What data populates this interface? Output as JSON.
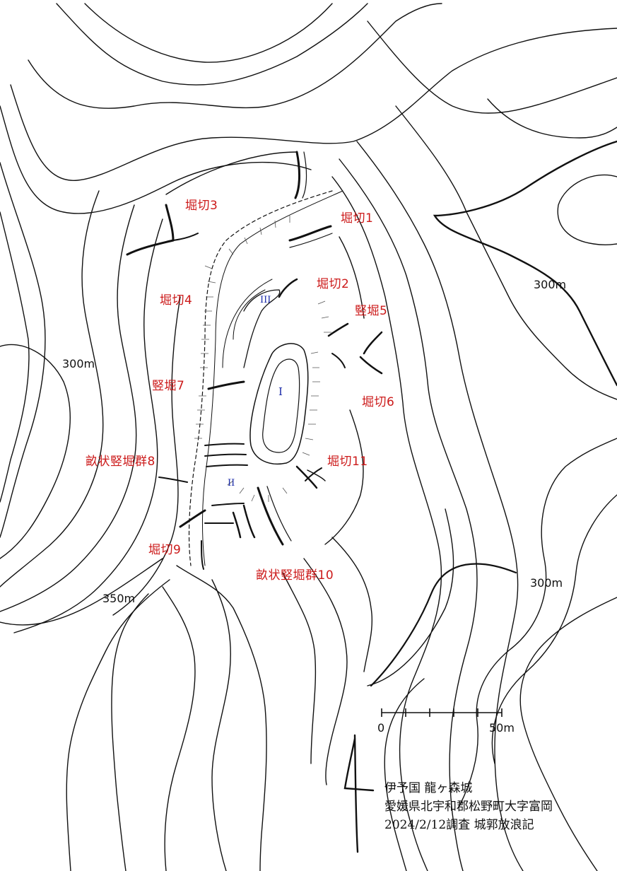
{
  "map": {
    "feature_labels": [
      {
        "id": "horikiri-3",
        "text": "堀切3"
      },
      {
        "id": "horikiri-1",
        "text": "堀切1"
      },
      {
        "id": "horikiri-2",
        "text": "堀切2"
      },
      {
        "id": "horikiri-4",
        "text": "堀切4"
      },
      {
        "id": "tatebori-5",
        "text": "竪堀5"
      },
      {
        "id": "tatebori-7",
        "text": "竪堀7"
      },
      {
        "id": "horikiri-6",
        "text": "堀切6"
      },
      {
        "id": "unejo-8",
        "text": "畝状竪堀群8"
      },
      {
        "id": "horikiri-11",
        "text": "堀切11"
      },
      {
        "id": "horikiri-9",
        "text": "堀切9"
      },
      {
        "id": "unejo-10",
        "text": "畝状竪堀群10"
      }
    ],
    "enclosure_labels": [
      {
        "id": "kuruwa-1",
        "text": "I"
      },
      {
        "id": "kuruwa-2",
        "text": "II"
      },
      {
        "id": "kuruwa-3",
        "text": "III"
      }
    ],
    "contour_labels": [
      {
        "id": "c300-ne",
        "text": "300m"
      },
      {
        "id": "c300-w",
        "text": "300m"
      },
      {
        "id": "c300-se",
        "text": "300m"
      },
      {
        "id": "c350-sw",
        "text": "350m"
      }
    ],
    "scale_bar": {
      "start_label": "0",
      "end_label": "50m"
    },
    "north_arrow_icon": "north-arrow-icon",
    "caption": {
      "line1": "伊予国 龍ヶ森城",
      "line2": "愛媛県北宇和郡松野町大字富岡",
      "line3": "2024/2/12調査 城郭放浪記"
    },
    "colors": {
      "feature_label": "#cc1a1a",
      "enclosure_label": "#1a2aa8",
      "ink": "#111111"
    }
  }
}
